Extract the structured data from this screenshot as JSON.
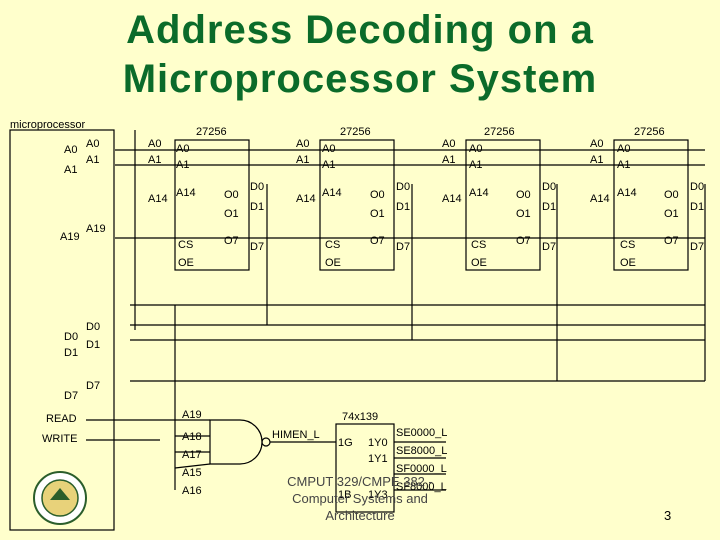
{
  "title": {
    "line1": "Address Decoding on a",
    "line2": "Microprocessor System"
  },
  "colors": {
    "title": "#0B6B2A",
    "background": "#FFFFCC",
    "wire": "#000000"
  },
  "microprocessor": {
    "label": "microprocessor",
    "outer_pins": [
      "A0",
      "A1",
      "A19",
      "D0",
      "D1",
      "D7"
    ],
    "inner_pins": [
      "A0",
      "A1",
      "A19",
      "D0",
      "D1",
      "D7"
    ],
    "control": [
      "READ",
      "WRITE"
    ]
  },
  "memory_chip": {
    "part": "27256",
    "left_pins": [
      "A0",
      "A1",
      "A14"
    ],
    "inner_address": [
      "A0",
      "A1",
      "A14"
    ],
    "control_pins": [
      "CS",
      "OE"
    ],
    "outputs": [
      "O0",
      "O1",
      "O7"
    ],
    "data_bus": [
      "D0",
      "D1",
      "D7"
    ]
  },
  "decoder": {
    "address_lines": [
      "A19",
      "A18",
      "A17",
      "A15",
      "A16"
    ],
    "gate_output": "HIMEN_L",
    "part": "74x139",
    "enable_1": "1G",
    "enable_2": "1B",
    "outputs": [
      "1Y0",
      "1Y1",
      "1Y3"
    ],
    "selects": [
      "SE0000_L",
      "SE8000_L",
      "SF0000_L",
      "SF8000_L"
    ]
  },
  "footer": {
    "line1": "CMPUT 329/CMPE 382 -",
    "line2": "Computer Systems and",
    "line3": "Architecture"
  },
  "page_number": "3",
  "seal_icon": "university-seal-icon"
}
